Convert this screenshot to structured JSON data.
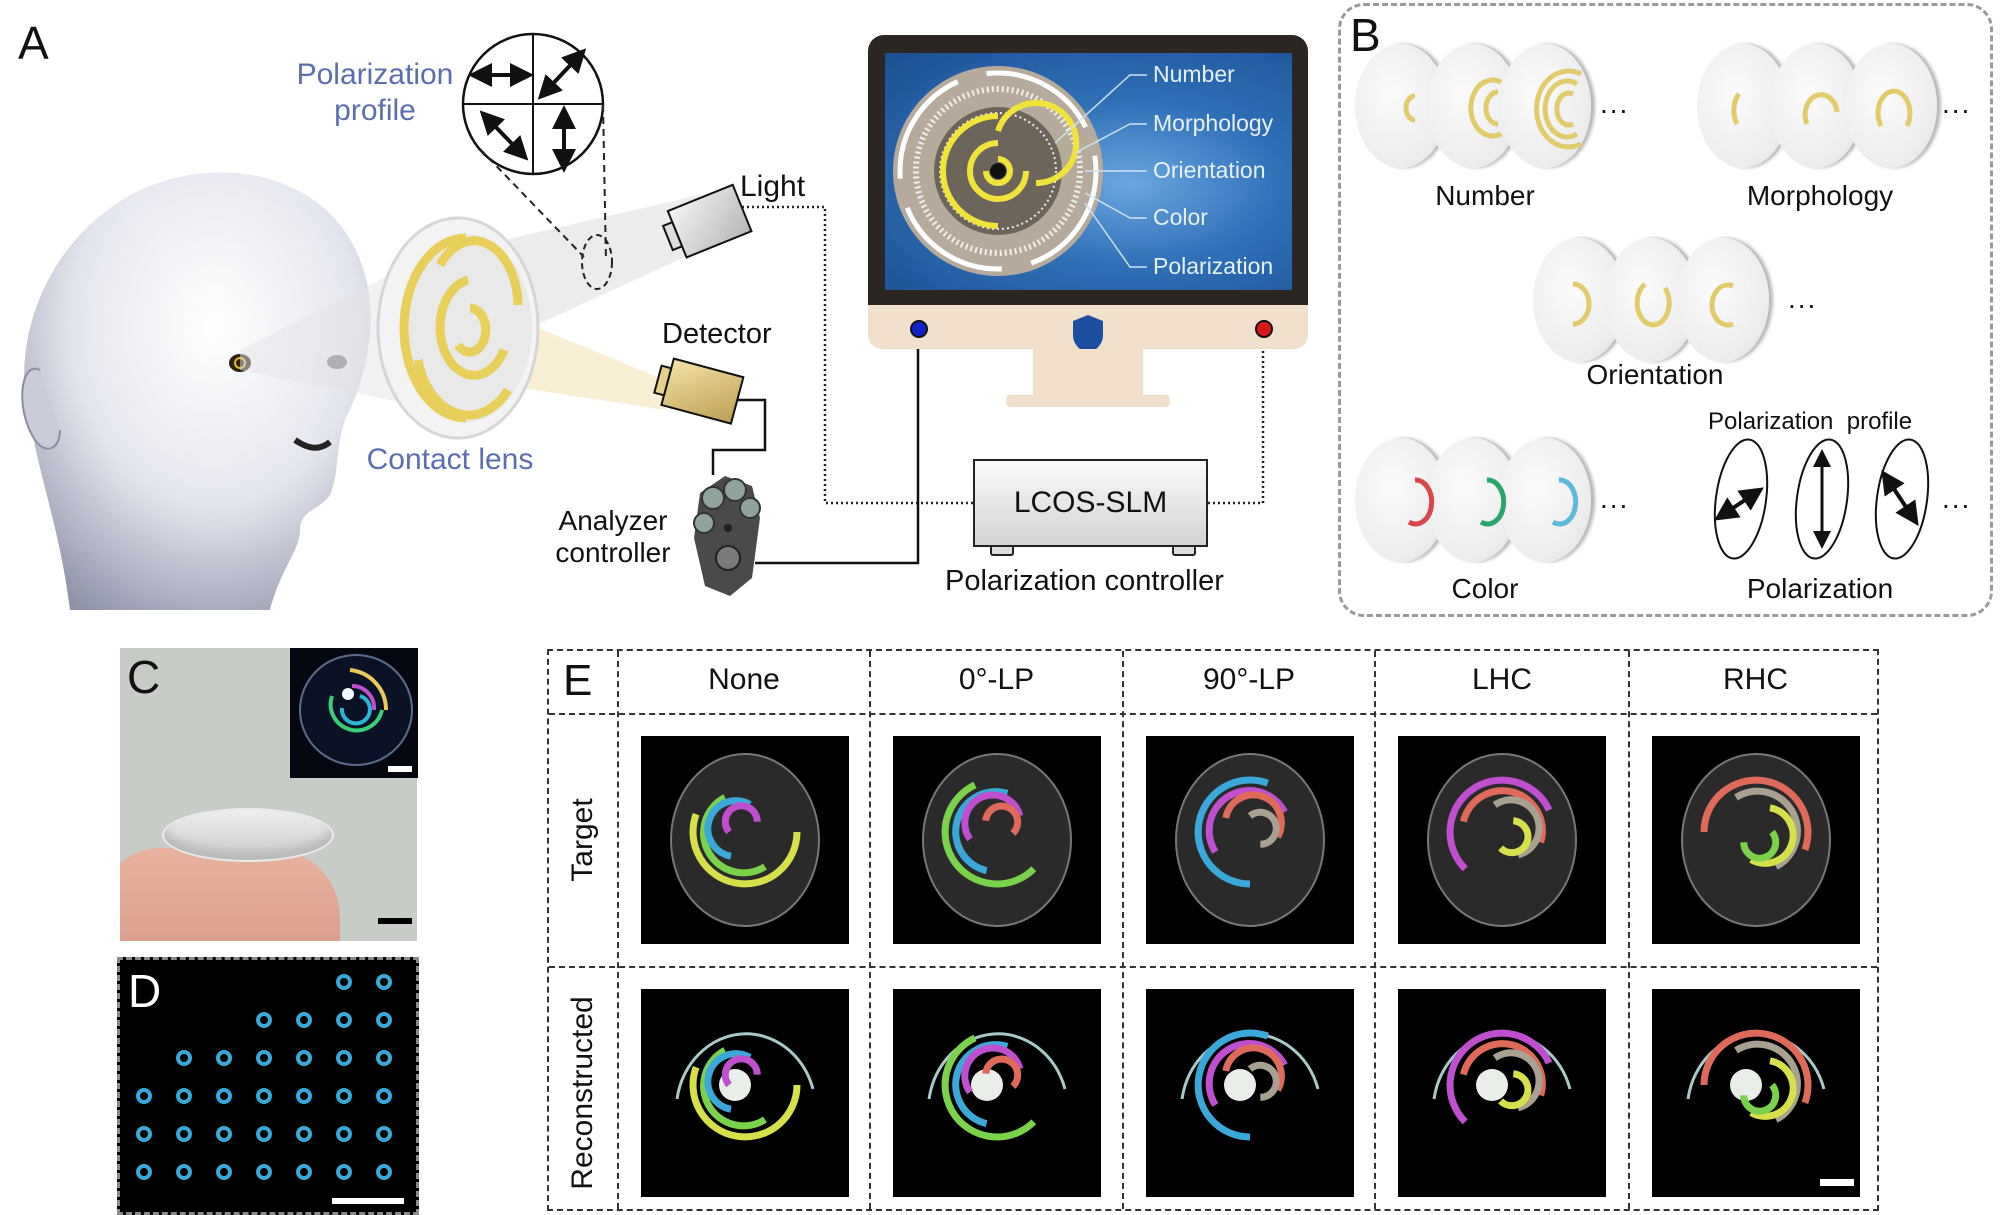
{
  "panels": {
    "a": {
      "letter": "A",
      "polarization_profile_label": [
        "Polarization",
        "profile"
      ],
      "contact_lens_label": "Contact lens",
      "light_label": "Light",
      "detector_label": "Detector",
      "analyzer_label": [
        "Analyzer",
        "controller"
      ],
      "lcos_label": "LCOS-SLM",
      "polarization_controller_label": "Polarization controller",
      "monitor_labels": [
        "Number",
        "Morphology",
        "Orientation",
        "Color",
        "Polarization"
      ],
      "colors": {
        "blue_text": "#5b6fb0",
        "screen": "#2e6fb6",
        "bezel": "#2b2622",
        "chin": "#f1e1cc",
        "lens_pattern": "#e8cf5a",
        "blue_port": "#1022c8",
        "red_port": "#d81818"
      }
    },
    "b": {
      "letter": "B",
      "groups": [
        {
          "label": "Number"
        },
        {
          "label": "Morphology"
        },
        {
          "label": "Orientation"
        },
        {
          "label": "Color",
          "arc_colors": [
            "#d8484a",
            "#2aa66a",
            "#5bbad8"
          ]
        },
        {
          "label": "Polarization",
          "sublabel": "Polarization  profile"
        }
      ],
      "ellipsis": "..."
    },
    "c": {
      "letter": "C"
    },
    "d": {
      "letter": "D",
      "dot_rows": [
        2,
        4,
        6,
        7,
        7,
        7
      ],
      "dot_color": "#38a9d9"
    },
    "e": {
      "letter": "E",
      "columns": [
        "None",
        "0°-LP",
        "90°-LP",
        "LHC",
        "RHC"
      ],
      "rows": [
        "Target",
        "Reconstructed"
      ]
    }
  }
}
